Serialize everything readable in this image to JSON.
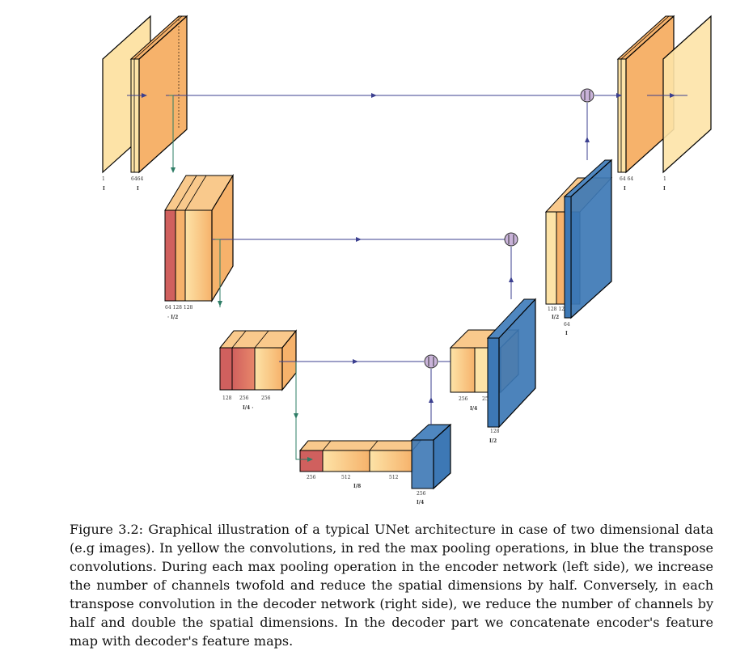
{
  "labels": {
    "in_ch": "1",
    "in_res": "I",
    "enc1_ch": "6464",
    "enc1_res": "I",
    "enc2_ch": "64 128 128",
    "enc2_res": "· I/2",
    "enc3_ch1": "128",
    "enc3_ch2": "256",
    "enc3_ch3": "256",
    "enc3_res": "I/4 ·",
    "bott_ch1": "256",
    "bott_ch2": "512",
    "bott_ch3": "512",
    "bott_res": "I/8",
    "up4_ch": "256",
    "up4_res": "I/4",
    "dec3_ch1": "256",
    "dec3_ch2": "25",
    "dec3_res": "I/4",
    "up3_ch": "128",
    "up3_res": "I/2",
    "dec2_ch": "128 12",
    "dec2_res": "I/2",
    "up2_ch": "64",
    "up2_res": "I",
    "dec1_ch": "64 64",
    "dec1_res": "I",
    "out_ch": "1",
    "out_res": "I"
  },
  "colors": {
    "conv_light": "#fde3a7",
    "conv_dark": "#f6b26b",
    "pool": "#d0605e",
    "transpose": "#3d78b5",
    "skip": "#3b3f8f",
    "down": "#2e7d66",
    "concat": "#c9b3d9"
  },
  "caption": "Figure 3.2: Graphical illustration of a typical UNet architecture in case of two dimensional data (e.g images). In yellow the convolutions, in red the max pooling operations, in blue the transpose convolutions. During each max pooling operation in the encoder network (left side), we increase the number of channels twofold and reduce the spatial dimensions by half. Conversely, in each transpose convolution in the decoder network (right side), we reduce the number of channels by half and double the spatial dimensions. In the decoder part we concatenate encoder's feature map with decoder's feature maps."
}
